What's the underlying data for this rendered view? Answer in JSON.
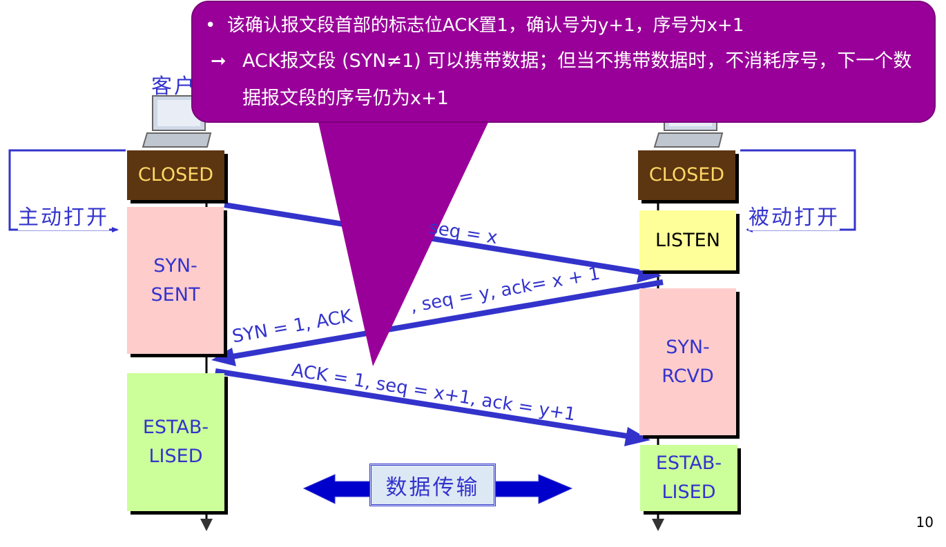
{
  "client_title_partial": "客户",
  "states": {
    "client_closed": "CLOSED",
    "server_closed": "CLOSED",
    "listen": "LISTEN",
    "syn_sent": "SYN-\nSENT",
    "syn_rcvd": "SYN-\nRCVD",
    "client_established": "ESTAB-\nLISED",
    "server_established": "ESTAB-\nLISED"
  },
  "labels": {
    "active_open": "主动打开",
    "passive_open": "被动打开",
    "data_transfer": "数据传输"
  },
  "messages": {
    "syn_visible": "seq = x",
    "synack_left": "SYN = 1, ACK",
    "synack_right": ", seq = y, ack= x + 1",
    "ack": "ACK = 1, seq = x+1, ack = y+1"
  },
  "callout": {
    "bullet": "该确认报文段首部的标志位ACK置1，确认号为y+1，序号为x+1",
    "sub": "ACK报文段 (SYN≠1) 可以携带数据；但当不携带数据时，不消耗序号，下一个数据报文段的序号仍为x+1"
  },
  "colors": {
    "callout_fill": "#990099",
    "arrow_blue": "#3333cc",
    "transfer_arrow": "#0000cc"
  },
  "page_number": "10"
}
